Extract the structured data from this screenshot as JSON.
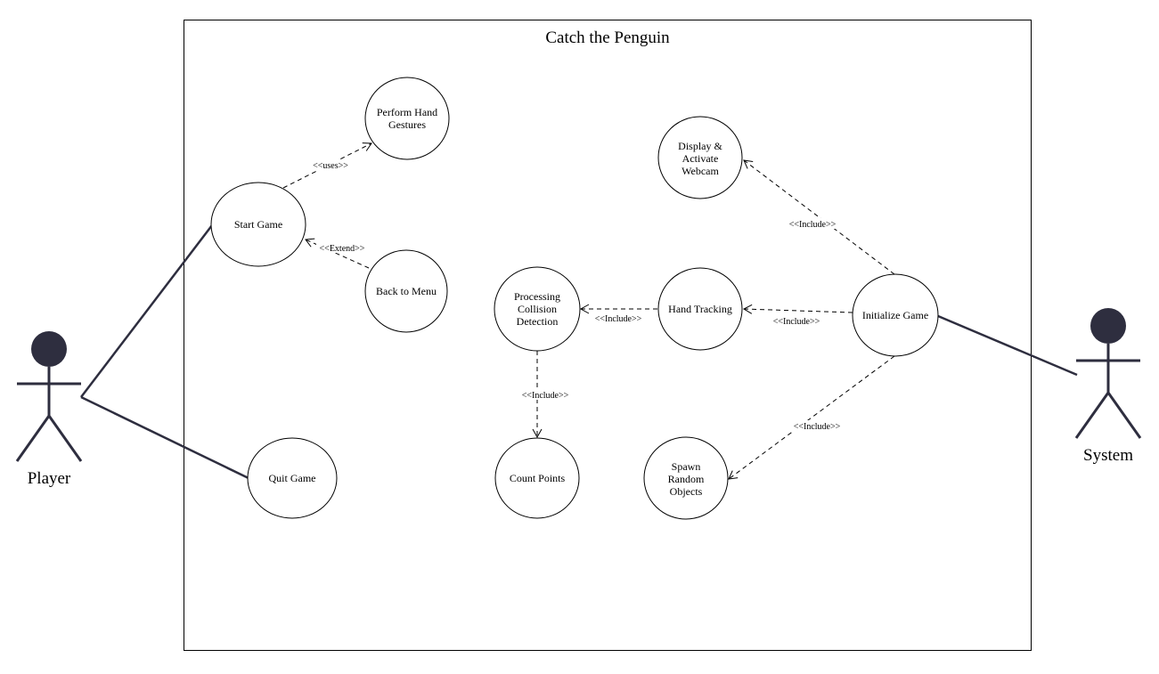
{
  "diagram": {
    "title": "Catch the Penguin",
    "actors": {
      "player": "Player",
      "system": "System"
    },
    "use_cases": {
      "perform_hand_gestures": [
        "Perform Hand",
        "Gestures"
      ],
      "start_game": [
        "Start Game"
      ],
      "back_to_menu": [
        "Back to Menu"
      ],
      "quit_game": [
        "Quit Game"
      ],
      "processing_collision_detection": [
        "Processing",
        "Collision",
        "Detection"
      ],
      "count_points": [
        "Count Points"
      ],
      "hand_tracking": [
        "Hand Tracking"
      ],
      "display_activate_webcam": [
        "Display &",
        "Activate",
        "Webcam"
      ],
      "initialize_game": [
        "Initialize Game"
      ],
      "spawn_random_objects": [
        "Spawn",
        "Random",
        "Objects"
      ]
    },
    "relations": {
      "uses": "<<uses>>",
      "extend": "<<Extend>>",
      "include_webcam": "<<Include>>",
      "include_hand_tracking": "<<Include>>",
      "include_collision": "<<Include>>",
      "include_count": "<<Include>>",
      "include_spawn": "<<Include>>"
    },
    "colors": {
      "actor": "#2e2e3f",
      "line": "#000000"
    }
  }
}
